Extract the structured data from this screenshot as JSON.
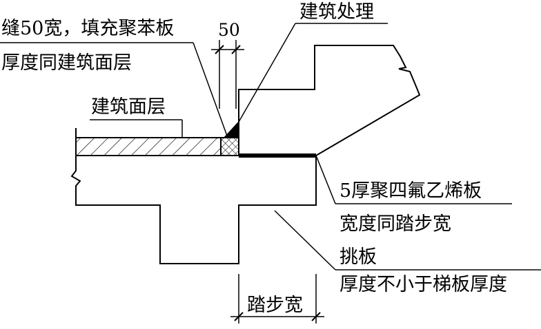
{
  "labels": {
    "joint_line1": "缝50宽，填充聚苯板",
    "joint_line2": "厚度同建筑面层",
    "dimension_50": "50",
    "architectural_treatment": "建筑处理",
    "architectural_finish": "建筑面层",
    "ptfe_line1": "5厚聚四氟乙烯板",
    "ptfe_line2": "宽度同踏步宽",
    "cantilever_line1": "挑板",
    "cantilever_line2": "厚度不小于梯板厚度",
    "tread_width": "踏步宽"
  }
}
